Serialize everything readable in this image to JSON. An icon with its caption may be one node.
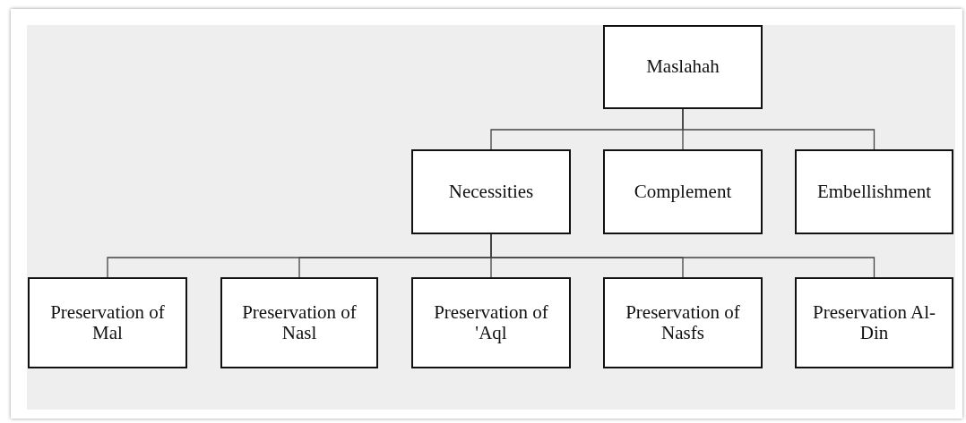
{
  "diagram": {
    "nodes": [
      {
        "text": [
          "Maslahah"
        ]
      },
      {
        "text": [
          "Necessities"
        ]
      },
      {
        "text": [
          "Complement"
        ]
      },
      {
        "text": [
          "Embellishment"
        ]
      },
      {
        "text": [
          "Preservation of Mal"
        ]
      },
      {
        "text": [
          "Preservation of Nasl"
        ]
      },
      {
        "text": [
          "Preservation of 'Aql"
        ]
      },
      {
        "text": [
          "Preservation of Nasfs"
        ]
      },
      {
        "text": [
          "Preservation Al-Din"
        ]
      }
    ],
    "edges": [
      {
        "from": 0,
        "to": 1,
        "arrow": "none"
      },
      {
        "from": 0,
        "to": 2,
        "arrow": "none"
      },
      {
        "from": 0,
        "to": 3,
        "arrow": "none"
      },
      {
        "from": 1,
        "to": 4,
        "arrow": "none"
      },
      {
        "from": 1,
        "to": 5,
        "arrow": "none"
      },
      {
        "from": 1,
        "to": 6,
        "arrow": "none"
      },
      {
        "from": 1,
        "to": 7,
        "arrow": "none"
      },
      {
        "from": 1,
        "to": 8,
        "arrow": "none"
      }
    ]
  }
}
